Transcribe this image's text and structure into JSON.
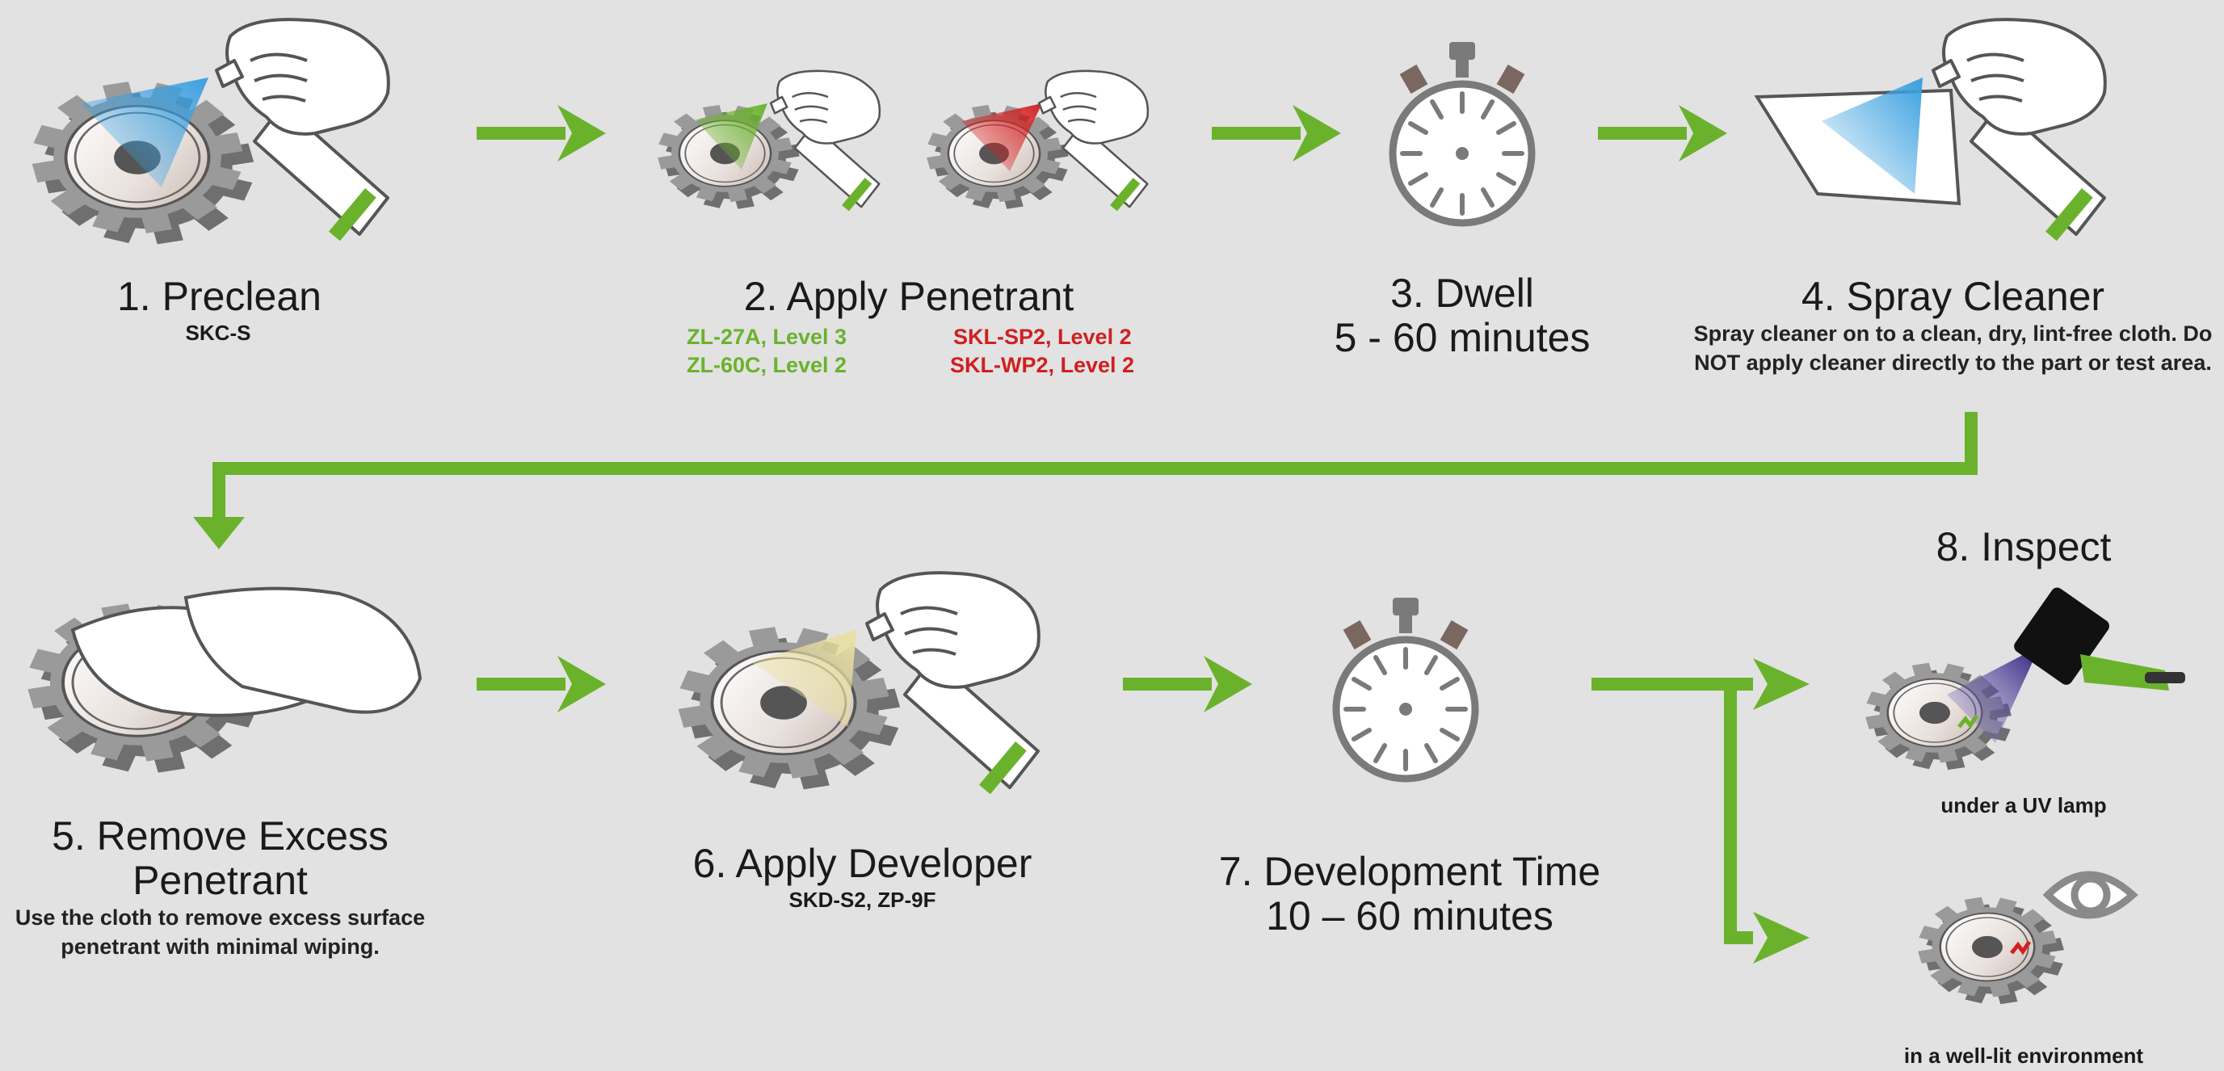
{
  "colors": {
    "background": "#e2e2e2",
    "arrow_green": "#6ab22c",
    "spray_blue": "#3aa0e0",
    "spray_green": "#6ab22c",
    "spray_red": "#d42020",
    "spray_yellow": "#e8dfa0",
    "uv_purple": "#3a2a8c",
    "defect_red": "#d42020"
  },
  "steps": {
    "s1": {
      "title": "1. Preclean",
      "sub": "SKC-S"
    },
    "s2": {
      "title": "2. Apply Penetrant",
      "green_1": "ZL-27A, Level 3",
      "green_2": "ZL-60C, Level 2",
      "red_1": "SKL-SP2, Level 2",
      "red_2": "SKL-WP2, Level 2"
    },
    "s3": {
      "title_1": "3. Dwell",
      "title_2": "5 - 60 minutes"
    },
    "s4": {
      "title": "4. Spray Cleaner",
      "desc_1": "Spray cleaner on to a clean, dry, lint-free cloth. Do",
      "desc_2": "NOT apply cleaner directly to the part or test area."
    },
    "s5": {
      "title_1": "5. Remove Excess",
      "title_2": "Penetrant",
      "desc_1": "Use the cloth to remove excess surface",
      "desc_2": "penetrant with minimal wiping."
    },
    "s6": {
      "title": "6. Apply Developer",
      "sub": "SKD-S2, ZP-9F"
    },
    "s7": {
      "title_1": "7. Development Time",
      "title_2": "10 – 60 minutes"
    },
    "s8": {
      "title": "8. Inspect",
      "uv_caption": "under a UV lamp",
      "light_caption": "in a well-lit environment"
    }
  }
}
